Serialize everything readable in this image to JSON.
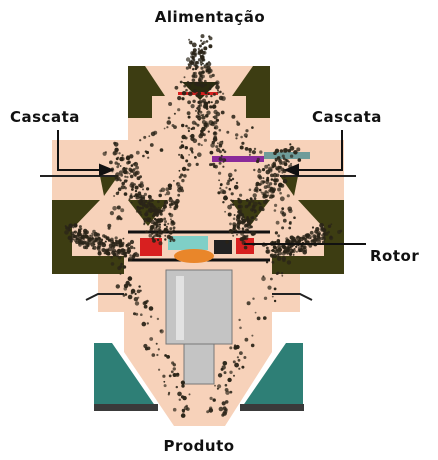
{
  "labels": {
    "feed": "Alimentação",
    "cascade_left": "Cascata",
    "cascade_right": "Cascata",
    "rotor": "Rotor",
    "product": "Produto"
  },
  "colors": {
    "chamber": "#f7d2ba",
    "wall": "#3d3d12",
    "base": "#2e7f76",
    "shaft": "#c4c4c4",
    "particles": "#2a2418",
    "feed_pipe": "#c9c9c9",
    "rotor_red": "#d82020",
    "rotor_orange": "#e9862a",
    "rotor_teal": "#7fcfc7",
    "purple_bar": "#8a2a9a",
    "grey_bar": "#6f9c9a"
  }
}
